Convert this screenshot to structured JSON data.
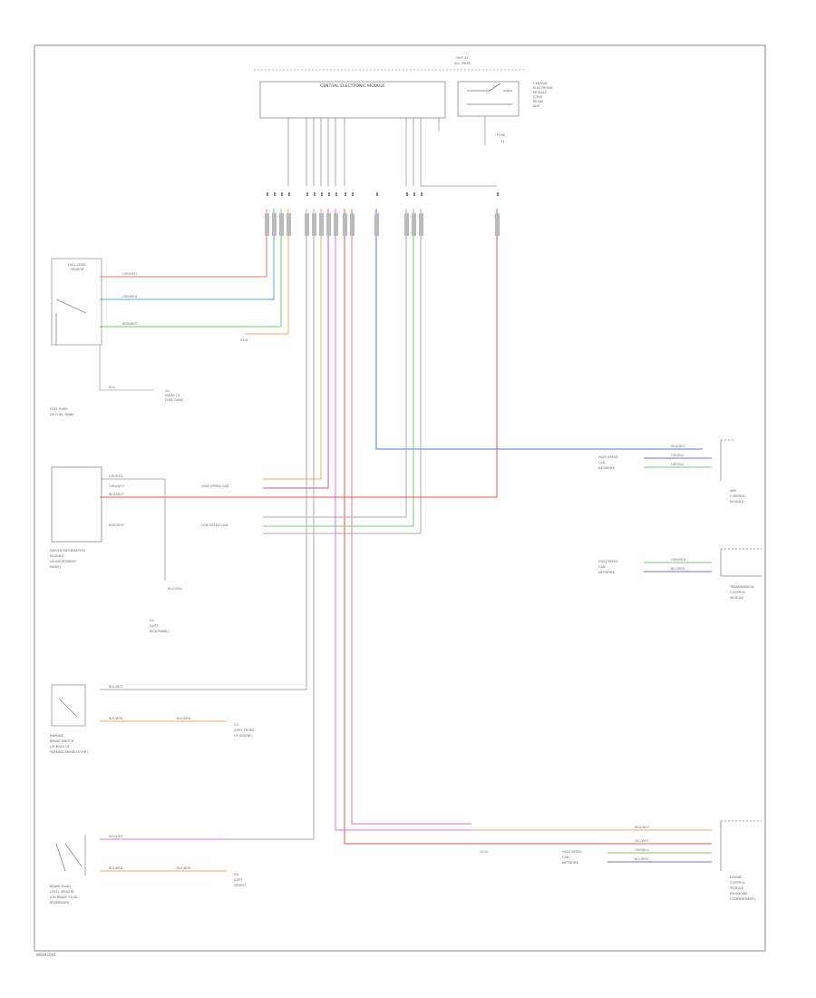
{
  "module": {
    "title": "CENTRAL ELECTRONIC MODULE",
    "fuse_header": [
      "HOT AT",
      "ALL TIMES"
    ],
    "fuse_label": "FUSE",
    "fuse_id": "15",
    "fuse_desc": [
      "CENTRAL",
      "ELECTRONIC",
      "MODULE",
      "(CEM)",
      "RELAY",
      "BOX"
    ]
  },
  "components": {
    "fuel_sensor": [
      "FUEL LEVEL",
      "SENSOR"
    ],
    "fuel_pump": [
      "FUEL PUMP",
      "(IN FUEL TANK)"
    ],
    "cluster": [
      "DRIVER INFORMATION",
      "MODULE",
      "(IN INSTRUMENT",
      "PANEL)"
    ],
    "park_switch": [
      "PARKING",
      "BRAKE SWITCH",
      "(AT BASE OF",
      "PARKING BRAKE LEVER)"
    ],
    "reverse_switch": [
      "BRAKE FLUID",
      "LEVEL SENSOR",
      "(ON BRAKE FLUID",
      "RESERVOIR)"
    ],
    "abs_module": [
      "ABS",
      "CONTROL",
      "MODULE"
    ],
    "tcm": [
      "TRANSMISSION",
      "CONTROL",
      "MODULE"
    ],
    "ecm": [
      "ENGINE",
      "CONTROL",
      "MODULE",
      "(IN ENGINE",
      "COMPARTMENT)"
    ]
  },
  "grounds": {
    "g1": [
      "G1",
      "(REAR OF",
      "FUEL TANK)"
    ],
    "g2": [
      "G2",
      "(LEFT",
      "KICK PANEL)"
    ],
    "g3": [
      "G3",
      "(LEFT FRONT",
      "OF ENGINE)"
    ],
    "g4": [
      "G4",
      "(LEFT",
      "FRONT)"
    ]
  },
  "network_labels": [
    "HIGH SPEED CAN",
    "LOW SPEED CAN"
  ],
  "net_refs": {
    "fuel_lines": [
      "GRY/RED",
      "GRN/RED",
      "BRN/WHT"
    ],
    "fuel_ground": "BLK",
    "cluster_pins": [
      "GRY/RED",
      "GRN/WHT",
      "RED/WHT",
      "BRN/WHT",
      "BLK/GRN"
    ],
    "abs_wires": [
      "BRN/RED",
      "GRY/BLU",
      "GRY/BLU"
    ],
    "abs_legend": [
      "HIGH SPEED",
      "CAN",
      "NETWORK"
    ],
    "tcm_wires": [
      "GRN/RED",
      "BLU/RED"
    ],
    "tcm_legend": [
      "HIGH SPEED",
      "CAN",
      "NETWORK"
    ],
    "ecm_wires": [
      "RED/WHT",
      "YEL/WHT",
      "GRN/BLU",
      "BLU/RED"
    ],
    "ecm_legend": [
      "HIGH SPEED",
      "CAN",
      "NETWORK"
    ],
    "park_wires": [
      "BLK/WHT",
      "BLK/BRN",
      "BLK/BRN"
    ],
    "rev_wires": [
      "VIO/WHT",
      "BLK/BRN",
      "BLK/BRN"
    ],
    "splice": "S201"
  },
  "footer": "W0041001"
}
